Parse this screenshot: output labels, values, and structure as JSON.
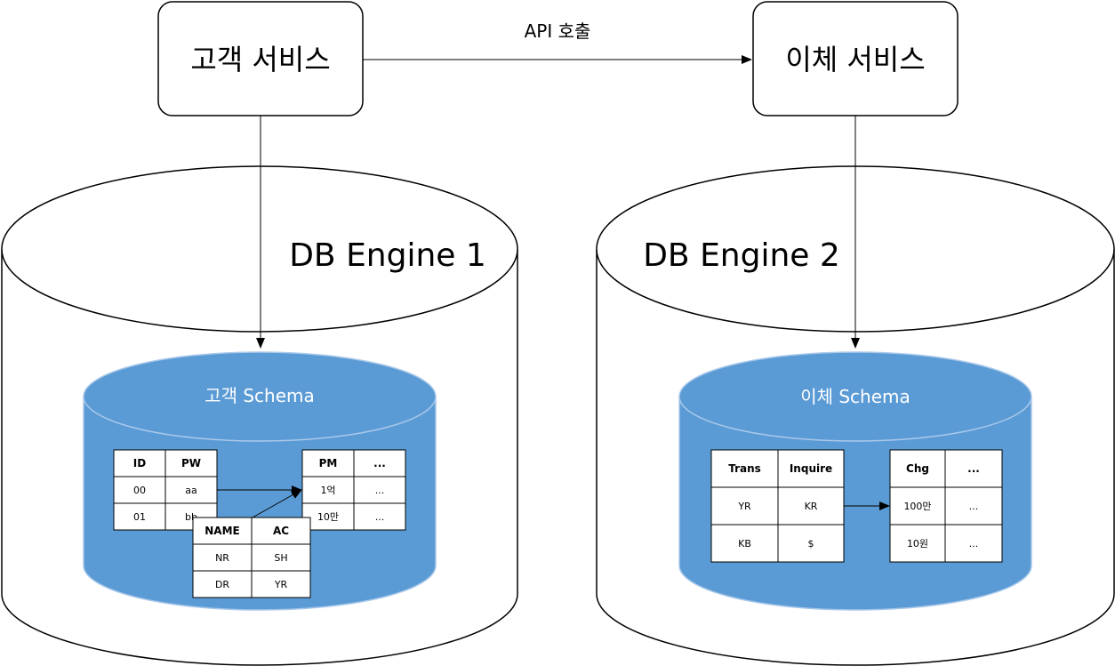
{
  "services": {
    "customer": "고객 서비스",
    "transfer": "이체 서비스"
  },
  "api_call_label": "API 호출",
  "engines": {
    "one": "DB Engine 1",
    "two": "DB Engine 2"
  },
  "schemas": {
    "customer": "고객 Schema",
    "transfer": "이체 Schema"
  },
  "tables": {
    "id_pw": {
      "headers": [
        "ID",
        "PW"
      ],
      "rows": [
        [
          "00",
          "aa"
        ],
        [
          "01",
          "bb"
        ]
      ]
    },
    "pm": {
      "headers": [
        "PM",
        "..."
      ],
      "rows": [
        [
          "1억",
          "..."
        ],
        [
          "10만",
          "..."
        ]
      ]
    },
    "name_ac": {
      "headers": [
        "NAME",
        "AC"
      ],
      "rows": [
        [
          "NR",
          "SH"
        ],
        [
          "DR",
          "YR"
        ]
      ]
    },
    "trans_inquire": {
      "headers": [
        "Trans",
        "Inquire"
      ],
      "rows": [
        [
          "YR",
          "KR"
        ],
        [
          "KB",
          "$"
        ]
      ]
    },
    "chg": {
      "headers": [
        "Chg",
        "..."
      ],
      "rows": [
        [
          "100만",
          "..."
        ],
        [
          "10원",
          "..."
        ]
      ]
    }
  },
  "colors": {
    "schema_fill": "#5b9bd5",
    "schema_stroke": "#a9c8ea",
    "line": "#000000"
  }
}
